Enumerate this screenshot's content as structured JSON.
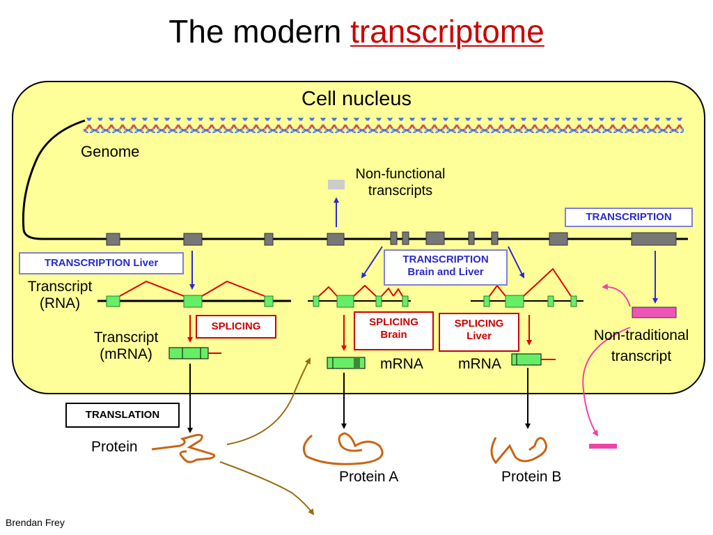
{
  "title": {
    "prefix": "The modern",
    "accent": "transcriptome"
  },
  "nucleus": {
    "label": "Cell nucleus"
  },
  "labels": {
    "genome": "Genome",
    "non_functional_1": "Non-functional",
    "non_functional_2": "transcripts",
    "transcript_rna_1": "Transcript",
    "transcript_rna_2": "(RNA)",
    "transcript_mrna_1": "Transcript",
    "transcript_mrna_2": "(mRNA)",
    "mrna_a": "mRNA",
    "mrna_b": "mRNA",
    "non_traditional_1": "Non-traditional",
    "non_traditional_2": "transcript",
    "protein": "Protein",
    "protein_a": "Protein A",
    "protein_b": "Protein B",
    "author": "Brendan Frey"
  },
  "boxes": {
    "transcription": "TRANSCRIPTION",
    "transcription_liver": "TRANSCRIPTION Liver",
    "transcription_brain_liver_1": "TRANSCRIPTION",
    "transcription_brain_liver_2": "Brain and Liver",
    "splicing": "SPLICING",
    "splicing_brain_1": "SPLICING",
    "splicing_brain_2": "Brain",
    "splicing_liver_1": "SPLICING",
    "splicing_liver_2": "Liver",
    "translation": "TRANSLATION"
  },
  "colors": {
    "nucleus_fill": "#ffff99",
    "accent_red": "#cc0000",
    "blue_text": "#2a2acc",
    "exon_green": "#66ee66",
    "exon_gray": "#777777",
    "protein_brown": "#c86414",
    "magenta": "#ee44aa"
  }
}
